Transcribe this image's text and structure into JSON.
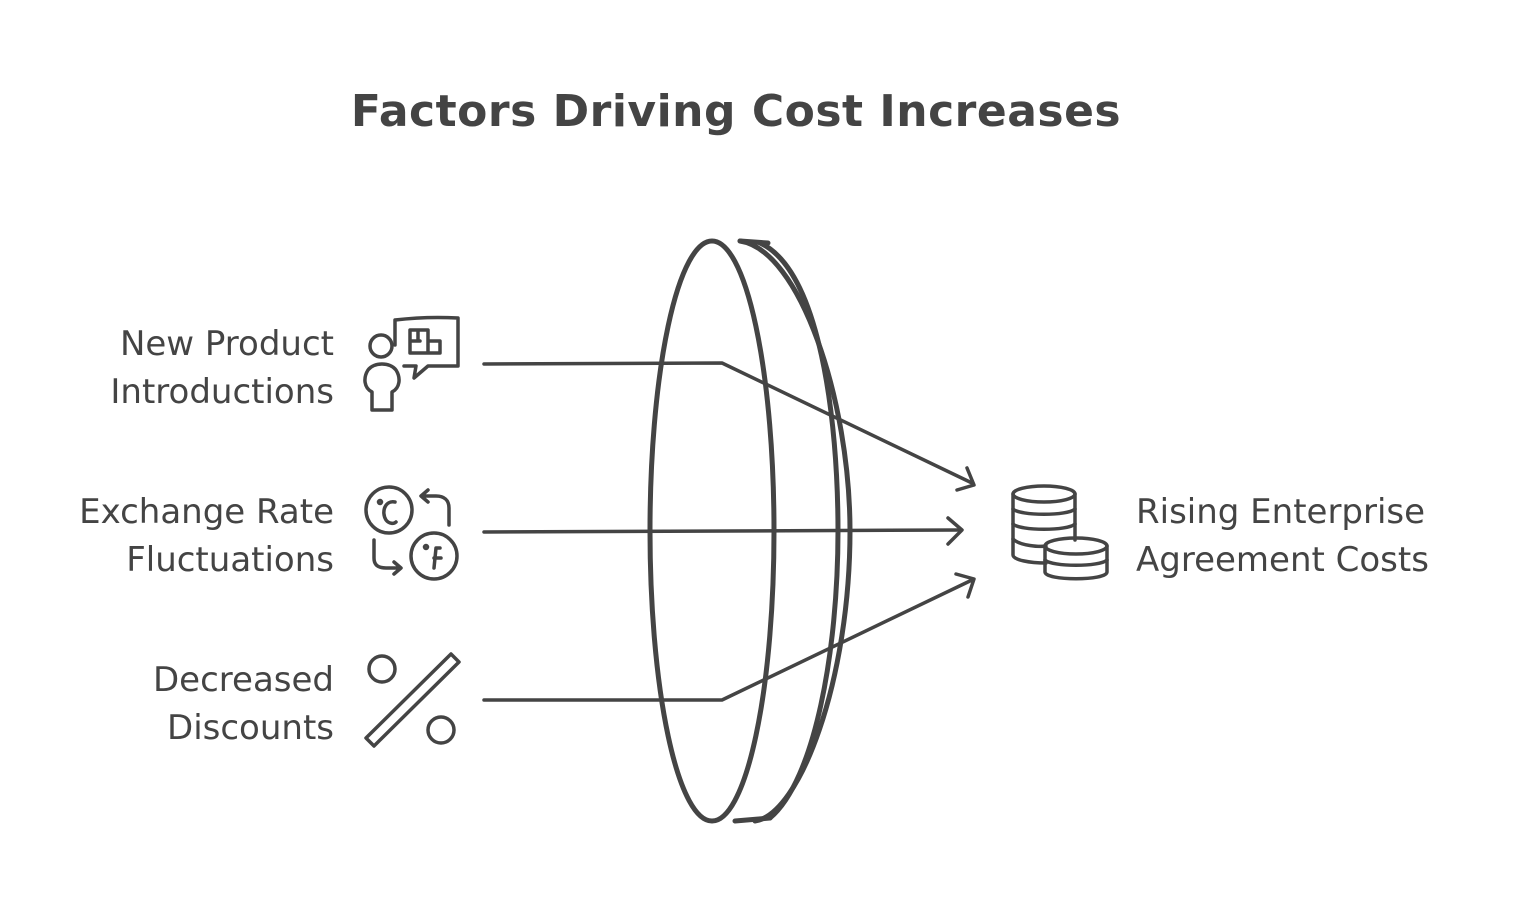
{
  "title": "Factors Driving Cost Increases",
  "factors": [
    {
      "line1": "New Product",
      "line2": "Introductions",
      "icon": "person-presenting-icon"
    },
    {
      "line1": "Exchange Rate",
      "line2": "Fluctuations",
      "icon": "currency-exchange-icon"
    },
    {
      "line1": "Decreased",
      "line2": "Discounts",
      "icon": "percent-icon"
    }
  ],
  "focus": {
    "shape": "lens",
    "icon": "lens-icon"
  },
  "outcome": {
    "line1": "Rising Enterprise",
    "line2": "Agreement Costs",
    "icon": "coin-stack-icon"
  },
  "colors": {
    "stroke": "#444444",
    "text": "#444444",
    "background": "#ffffff"
  }
}
